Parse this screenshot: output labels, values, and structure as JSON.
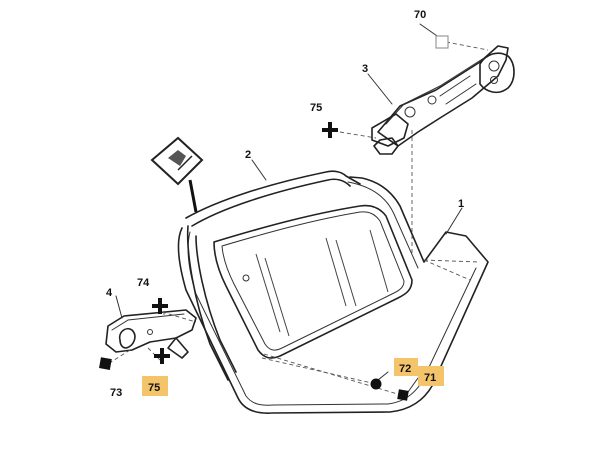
{
  "diagram": {
    "callouts": [
      {
        "id": "c70",
        "label": "70",
        "highlight": false
      },
      {
        "id": "c3",
        "label": "3",
        "highlight": false
      },
      {
        "id": "c75a",
        "label": "75",
        "highlight": false
      },
      {
        "id": "c2",
        "label": "2",
        "highlight": false
      },
      {
        "id": "c1",
        "label": "1",
        "highlight": false
      },
      {
        "id": "c4",
        "label": "4",
        "highlight": false
      },
      {
        "id": "c74",
        "label": "74",
        "highlight": false
      },
      {
        "id": "c73",
        "label": "73",
        "highlight": false
      },
      {
        "id": "c75b",
        "label": "75",
        "highlight": true
      },
      {
        "id": "c72",
        "label": "72",
        "highlight": true
      },
      {
        "id": "c71",
        "label": "71",
        "highlight": true
      }
    ],
    "highlight_color": "#f4c46a",
    "line_color": "#222222",
    "icons": [
      "pictogram-icon",
      "screw-plus-icon",
      "nut-square-icon",
      "rivet-dot-icon"
    ]
  }
}
